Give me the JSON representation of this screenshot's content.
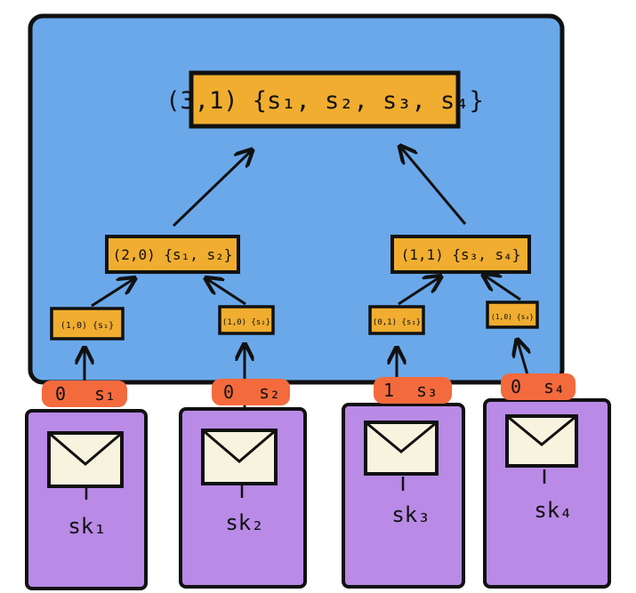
{
  "colors": {
    "panel": "#6aa8ea",
    "node": "#f0ad30",
    "bit_tag": "#f36a3d",
    "device": "#b98ae6",
    "envelope": "#f7f3df",
    "ink": "#111111"
  },
  "tree": {
    "root": "(3,1)  {s₁, s₂, s₃, s₄}",
    "mid_left": "(2,0)  {s₁, s₂}",
    "mid_right": "(1,1)  {s₃, s₄}",
    "leaves": [
      "(1,0) {s₁}",
      "(1,0) {s₂}",
      "(0,1) {s₃}",
      "(1,0) {s₄}"
    ]
  },
  "inputs": [
    {
      "bit": "0",
      "share": "s₁",
      "key": "sk₁",
      "icon": "envelope-icon"
    },
    {
      "bit": "0",
      "share": "s₂",
      "key": "sk₂",
      "icon": "envelope-icon"
    },
    {
      "bit": "1",
      "share": "s₃",
      "key": "sk₃",
      "icon": "envelope-icon"
    },
    {
      "bit": "0",
      "share": "s₄",
      "key": "sk₄",
      "icon": "envelope-icon"
    }
  ]
}
